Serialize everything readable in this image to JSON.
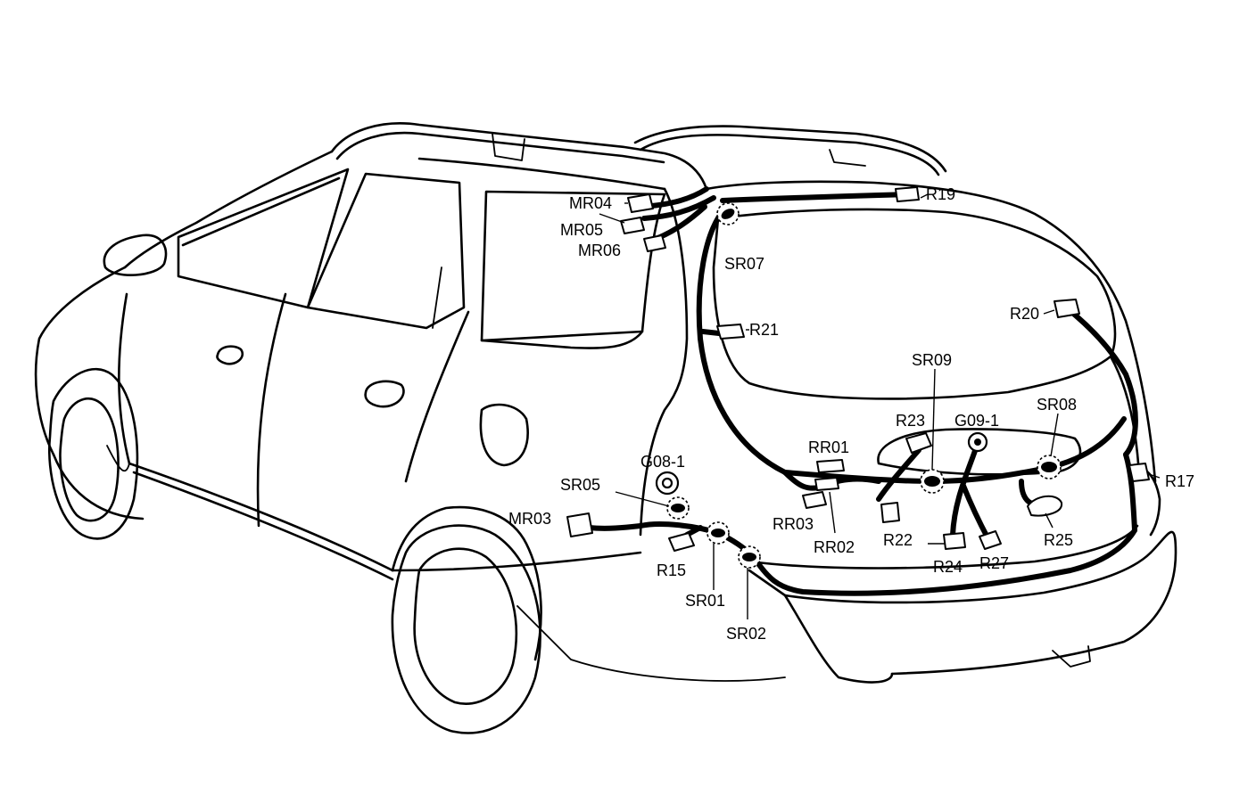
{
  "diagram": {
    "labels": [
      {
        "id": "mr04",
        "text": "MR04"
      },
      {
        "id": "mr05",
        "text": "MR05"
      },
      {
        "id": "mr06",
        "text": "MR06"
      },
      {
        "id": "sr07",
        "text": "SR07"
      },
      {
        "id": "r19",
        "text": "R19"
      },
      {
        "id": "r21",
        "text": "R21"
      },
      {
        "id": "r20",
        "text": "R20"
      },
      {
        "id": "sr09",
        "text": "SR09"
      },
      {
        "id": "r23",
        "text": "R23"
      },
      {
        "id": "g09-1",
        "text": "G09-1"
      },
      {
        "id": "sr08",
        "text": "SR08"
      },
      {
        "id": "rr01",
        "text": "RR01"
      },
      {
        "id": "g08-1",
        "text": "G08-1"
      },
      {
        "id": "sr05",
        "text": "SR05"
      },
      {
        "id": "mr03",
        "text": "MR03"
      },
      {
        "id": "r15",
        "text": "R15"
      },
      {
        "id": "sr01",
        "text": "SR01"
      },
      {
        "id": "sr02",
        "text": "SR02"
      },
      {
        "id": "rr03",
        "text": "RR03"
      },
      {
        "id": "rr02",
        "text": "RR02"
      },
      {
        "id": "r22",
        "text": "R22"
      },
      {
        "id": "r24",
        "text": "R24"
      },
      {
        "id": "r27",
        "text": "R27"
      },
      {
        "id": "r25",
        "text": "R25"
      },
      {
        "id": "r17",
        "text": "R17"
      }
    ]
  }
}
